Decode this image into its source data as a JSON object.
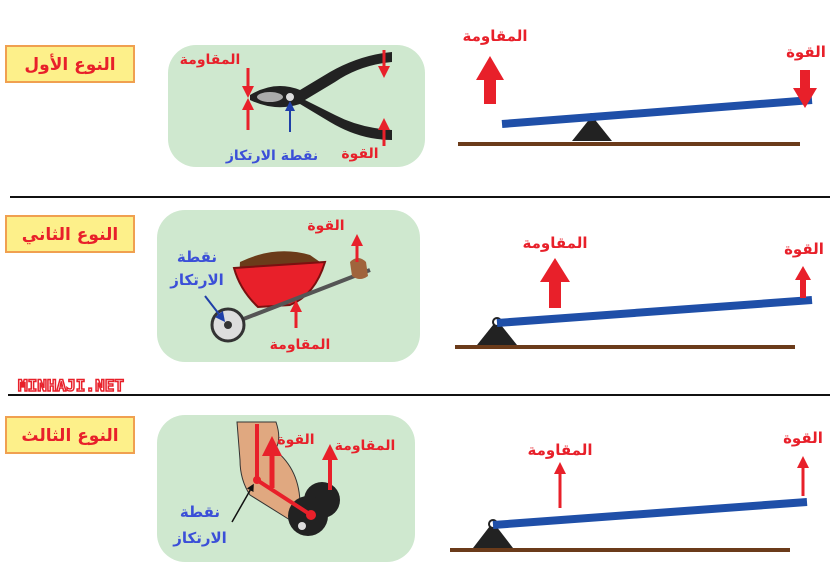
{
  "watermark": "MINHAJI.NET",
  "colors": {
    "force": "#e8202a",
    "fulcrum_label": "#3b4fd8",
    "beam": "#1f4fa8",
    "ground": "#6b3b1a",
    "panel": "#cfe8cf",
    "type_box": "#fdf08a",
    "type_border": "#f0a050"
  },
  "rows": [
    {
      "type": "النوع الأول",
      "example": "pliers",
      "resistance": "المقاومة",
      "force": "القوة",
      "fulcrum": "نقطة الارتكاز"
    },
    {
      "type": "النوع الثاني",
      "example": "wheelbarrow",
      "resistance": "المقاومة",
      "force": "القوة",
      "fulcrum_line1": "نقطة",
      "fulcrum_line2": "الارتكاز"
    },
    {
      "type": "النوع الثالث",
      "example": "arm-with-dumbbell",
      "resistance": "المقاومة",
      "force": "القوة",
      "fulcrum_line1": "نقطة",
      "fulcrum_line2": "الارتكاز"
    }
  ]
}
